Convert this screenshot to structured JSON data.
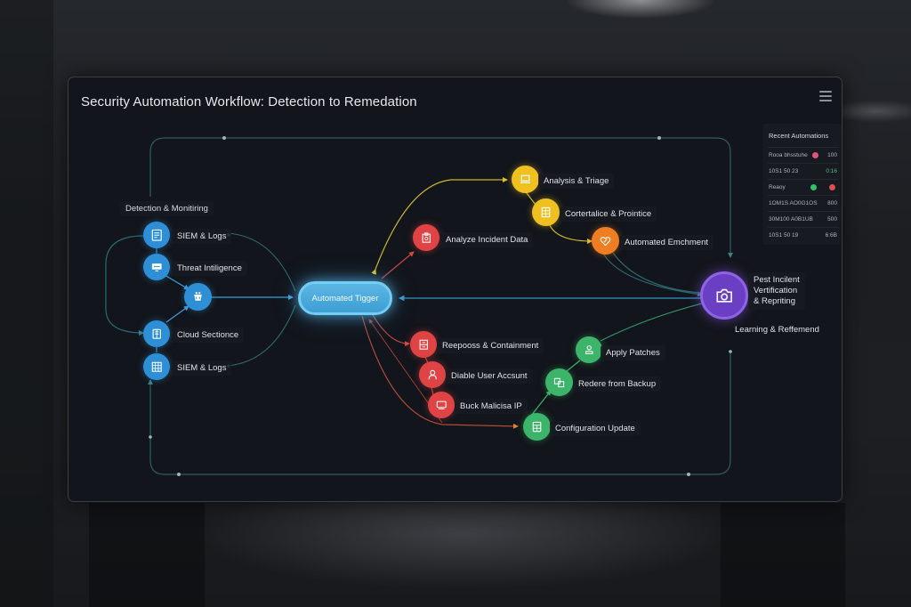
{
  "window": {
    "title": "Security Automation Workflow: Detection to Remedation",
    "menu_icon": "hamburger-menu-icon"
  },
  "colors": {
    "window_bg": "#12151b",
    "detection": "#2f8fd6",
    "trigger": "#4aa9dc",
    "analysis": "#f0c020",
    "enrichment": "#ef7d22",
    "response": "#e04343",
    "remediation": "#3cb56b",
    "post_incident": "#7b4fd0",
    "loop_line": "#2f5e5c"
  },
  "detection": {
    "section_label": "Detection & Monitiring",
    "nodes": [
      {
        "label": "SIEM & Logs",
        "icon": "server-log-icon"
      },
      {
        "label": "Threat Intiligence",
        "icon": "monitor-icon"
      },
      {
        "label": "",
        "icon": "bucket-aggregator-icon"
      },
      {
        "label": "Cloud Sectionce",
        "icon": "cloud-document-icon"
      },
      {
        "label": "SIEM & Logs",
        "icon": "grid-log-icon"
      }
    ]
  },
  "trigger": {
    "label": "Automated Tigger"
  },
  "analysis": {
    "nodes": [
      {
        "label": "Analyze Incident Data",
        "icon": "clipboard-icon"
      },
      {
        "label": "Analysis & Triage",
        "icon": "laptop-icon"
      },
      {
        "label": "Cortertalice & Prointice",
        "icon": "table-icon"
      },
      {
        "label": "Automated Emchment",
        "icon": "wrench-heart-icon"
      }
    ]
  },
  "response": {
    "nodes": [
      {
        "label": "Reepooss & Containment",
        "icon": "cabinet-icon"
      },
      {
        "label": "Diable User Accsunt",
        "icon": "user-block-icon"
      },
      {
        "label": "Buck Malicisa IP",
        "icon": "network-block-icon"
      }
    ]
  },
  "remediation": {
    "nodes": [
      {
        "label": "Apply Patches",
        "icon": "patch-user-icon"
      },
      {
        "label": "Redere from Backup",
        "icon": "backup-icon"
      },
      {
        "label": "Configuration Update",
        "icon": "config-icon"
      }
    ]
  },
  "post_incident": {
    "label_lines": [
      "Pest Incilent",
      "Vertification",
      "& Repriting"
    ],
    "sub_label": "Learning & Reffemend",
    "icon": "camera-report-icon"
  },
  "recent_automations": {
    "title": "Recent Automations",
    "rows": [
      {
        "name": "Rooa bhsstuhe",
        "status_color": "#e4547a",
        "value": "100"
      },
      {
        "name": "10S1 50 23",
        "status_color": "",
        "value": "0:16",
        "value_color": "#4fbf82"
      },
      {
        "name": "Reaoy",
        "status_color": "#2ec46a",
        "status_color_2": "#e34b55",
        "value": ""
      },
      {
        "name": "1OM1S AO0G1OS",
        "status_color": "",
        "value": "800"
      },
      {
        "name": "30M100 A0B1UB",
        "status_color": "",
        "value": "500"
      },
      {
        "name": "10S1 50 19",
        "status_color": "",
        "value": "6:6B"
      }
    ]
  }
}
